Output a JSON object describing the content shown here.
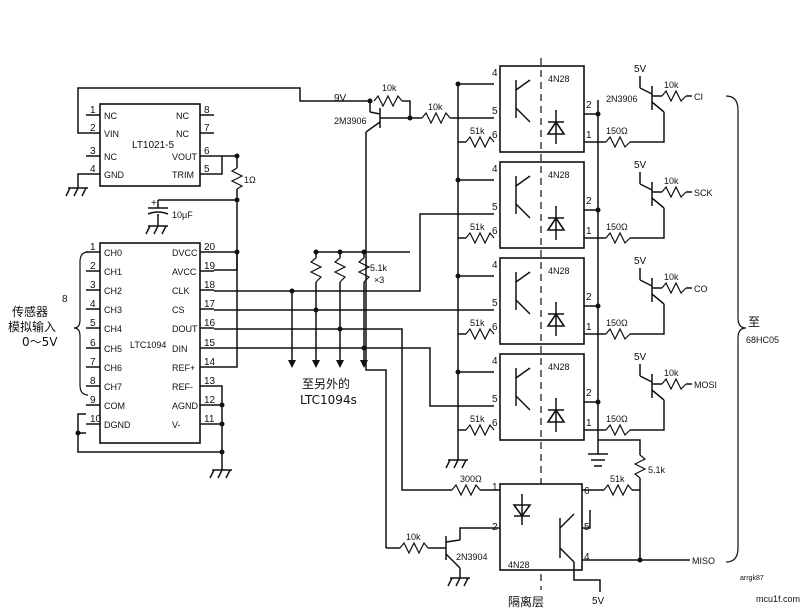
{
  "chips": {
    "ltc1094": {
      "name": "LTC1094",
      "left_pins": [
        {
          "num": "1",
          "name": "CH0"
        },
        {
          "num": "2",
          "name": "CH1"
        },
        {
          "num": "3",
          "name": "CH2"
        },
        {
          "num": "4",
          "name": "CH3"
        },
        {
          "num": "5",
          "name": "CH4"
        },
        {
          "num": "6",
          "name": "CH5"
        },
        {
          "num": "7",
          "name": "CH6"
        },
        {
          "num": "8",
          "name": "CH7"
        },
        {
          "num": "9",
          "name": "COM"
        },
        {
          "num": "10",
          "name": "DGND"
        }
      ],
      "right_pins": [
        {
          "num": "20",
          "name": "DVCC"
        },
        {
          "num": "19",
          "name": "AVCC"
        },
        {
          "num": "18",
          "name": "CLK"
        },
        {
          "num": "17",
          "name": "CS"
        },
        {
          "num": "16",
          "name": "DOUT"
        },
        {
          "num": "15",
          "name": "DIN"
        },
        {
          "num": "14",
          "name": "REF+"
        },
        {
          "num": "13",
          "name": "REF-"
        },
        {
          "num": "12",
          "name": "AGND"
        },
        {
          "num": "11",
          "name": "V-"
        }
      ]
    },
    "lt1021": {
      "name": "LT1021-5",
      "left_pins": [
        {
          "num": "1",
          "name": "NC"
        },
        {
          "num": "2",
          "name": "VIN"
        },
        {
          "num": "3",
          "name": "NC"
        },
        {
          "num": "4",
          "name": "GND"
        }
      ],
      "right_pins": [
        {
          "num": "8",
          "name": "NC"
        },
        {
          "num": "7",
          "name": "NC"
        },
        {
          "num": "6",
          "name": "VOUT"
        },
        {
          "num": "5",
          "name": "TRIM"
        }
      ]
    }
  },
  "opto": {
    "name": "4N28",
    "pins": {
      "p4": "4",
      "p5": "5",
      "p6": "6",
      "p1": "1",
      "p2": "2"
    }
  },
  "signals": {
    "cs_line": "CI",
    "sck": "SCK",
    "co": "CO",
    "mosi": "MOSI",
    "miso": "MISO"
  },
  "components": {
    "cap": "10μF",
    "r_ref": "1Ω",
    "r51k": "51k",
    "r150": "150Ω",
    "r10k": "10k",
    "r300": "300Ω",
    "r51k_b": "5.1k",
    "pullups": "5.1k",
    "pullups_qty": "×3",
    "q_pnp_top": "2N3906",
    "q_pnp_top_alt": "2M3906",
    "q_npn": "2N3904"
  },
  "supplies": {
    "v9": "9V",
    "v5": "5V"
  },
  "annotations": {
    "sensor_label": [
      "传感器",
      "模拟输入",
      "0～5V"
    ],
    "sensor_count": "8",
    "to_other": [
      "至另外的",
      "LTC1094s"
    ],
    "to_mcu": [
      "至",
      "68HC05"
    ],
    "isolation": "隔离层",
    "watermark": "mcu1f.com",
    "tiny_code": "arrgk87"
  }
}
